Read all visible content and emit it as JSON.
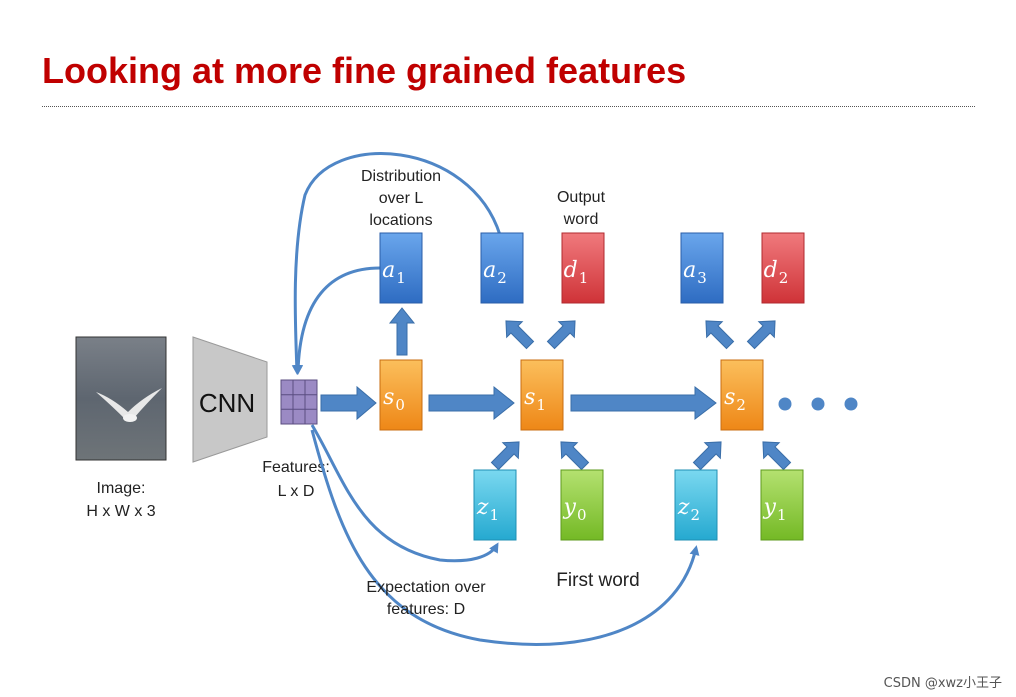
{
  "slide": {
    "title": "Looking at more fine grained features",
    "watermark": "CSDN @xwz小王子"
  },
  "labels": {
    "cnn": "CNN",
    "image_line1": "Image:",
    "image_line2": "H x W x 3",
    "features_line1": "Features:",
    "features_line2": "L x D",
    "distribution_line1": "Distribution",
    "distribution_line2": "over L",
    "distribution_line3": "locations",
    "output_line1": "Output",
    "output_line2": "word",
    "expectation_line1": "Expectation over",
    "expectation_line2": "features: D",
    "first_word": "First word"
  },
  "boxes": {
    "a1": {
      "main": "a",
      "sub": "1"
    },
    "a2": {
      "main": "a",
      "sub": "2"
    },
    "a3": {
      "main": "a",
      "sub": "3"
    },
    "d1": {
      "main": "d",
      "sub": "1"
    },
    "d2": {
      "main": "d",
      "sub": "2"
    },
    "s0": {
      "main": "s",
      "sub": "0"
    },
    "s1": {
      "main": "s",
      "sub": "1"
    },
    "s2": {
      "main": "s",
      "sub": "2"
    },
    "z1": {
      "main": "z",
      "sub": "1"
    },
    "z2": {
      "main": "z",
      "sub": "2"
    },
    "y0": {
      "main": "y",
      "sub": "0"
    },
    "y1": {
      "main": "y",
      "sub": "1"
    }
  },
  "colors": {
    "title": "#c00000",
    "blue_box": "#3a7fd6",
    "red_box": "#e0474c",
    "orange_box": "#f59b2b",
    "cyan_box": "#3fc0e0",
    "green_box": "#8fce3a",
    "arrow": "#4f86c6",
    "cnn_shape": "#c8c8c8",
    "feature_grid": "#9b8ac4"
  }
}
